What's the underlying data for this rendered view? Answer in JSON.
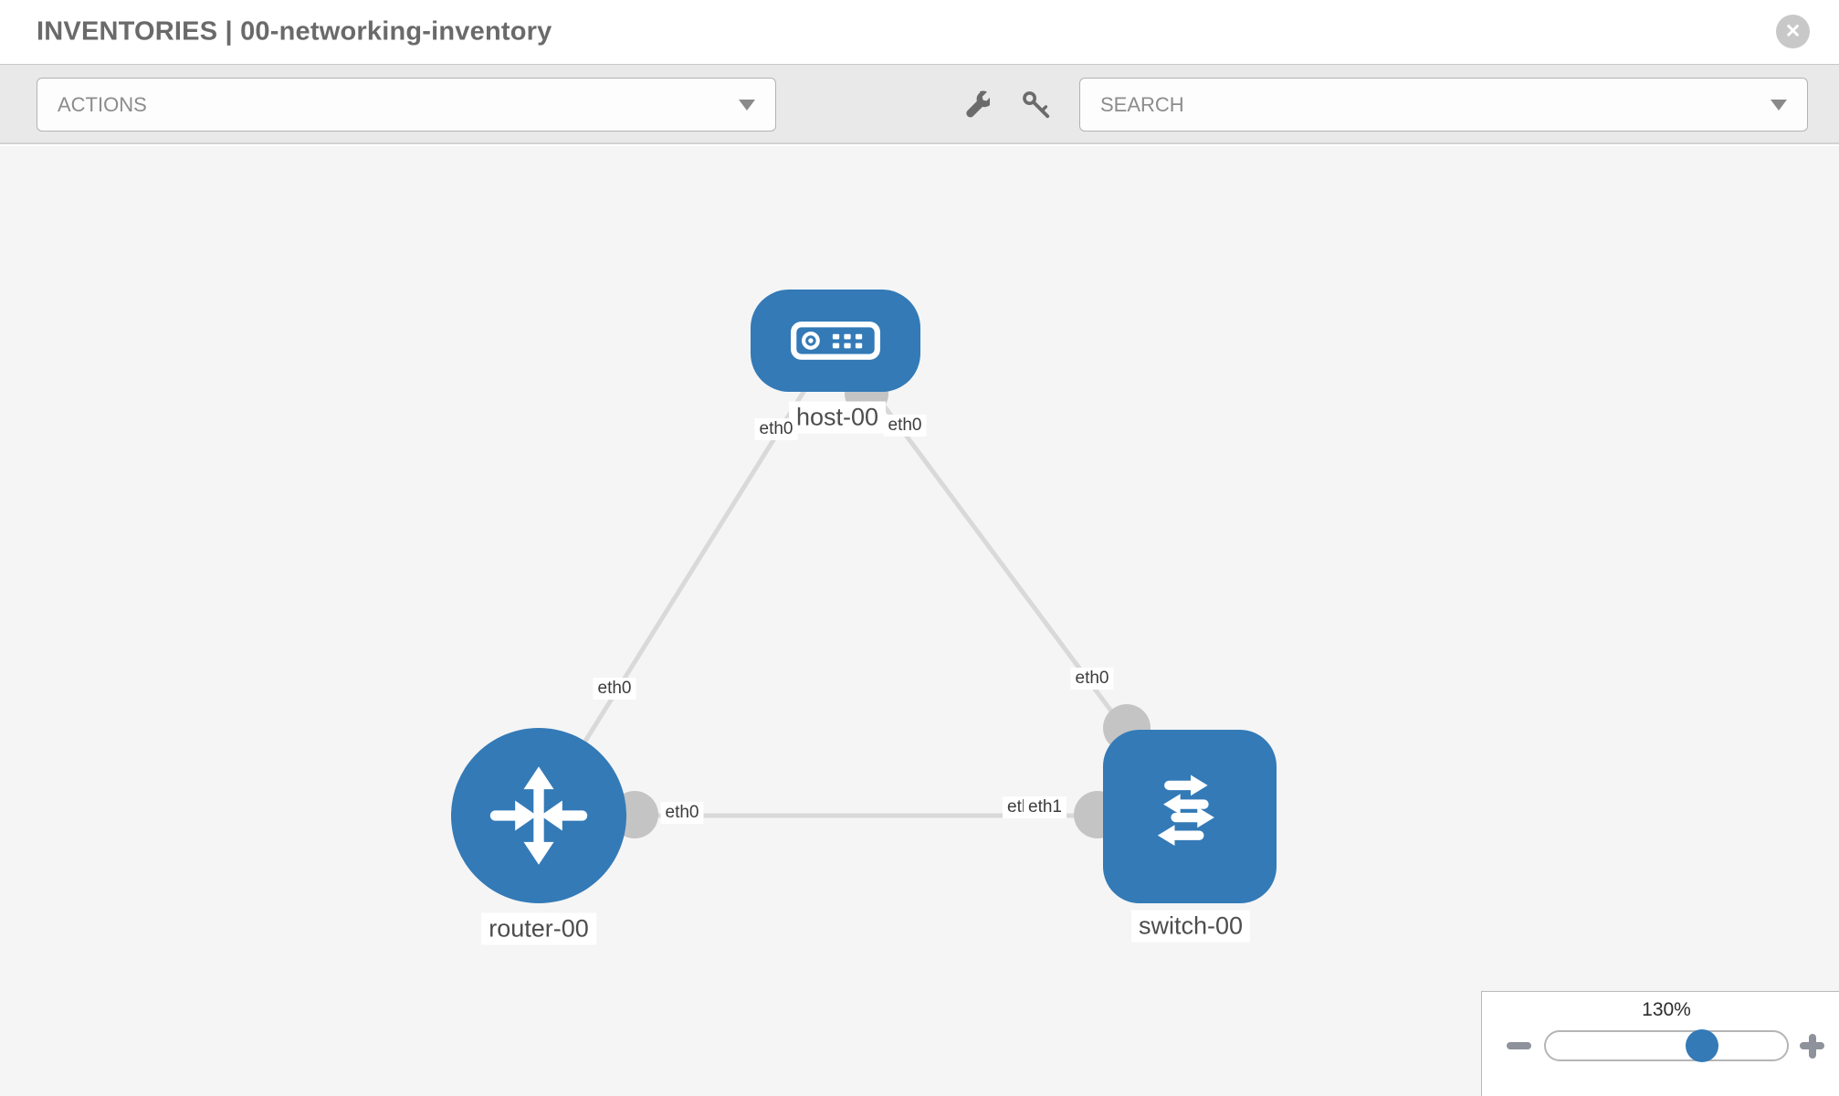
{
  "header": {
    "title": "INVENTORIES | 00-networking-inventory",
    "icons": {
      "close": "✕"
    }
  },
  "toolbar": {
    "actions": {
      "label": "ACTIONS"
    },
    "search": {
      "label": "SEARCH"
    }
  },
  "topology": {
    "nodes": [
      {
        "id": "host-00",
        "type": "host",
        "label": "host-00"
      },
      {
        "id": "router-00",
        "type": "router",
        "label": "router-00"
      },
      {
        "id": "switch-00",
        "type": "switch",
        "label": "switch-00"
      }
    ],
    "links": [
      {
        "from": "router-00",
        "to": "host-00",
        "from_port": "eth0",
        "to_port": "eth0"
      },
      {
        "from": "host-00",
        "to": "switch-00",
        "from_port": "eth0",
        "to_port": "eth0"
      },
      {
        "from": "router-00",
        "to": "switch-00",
        "from_port": "eth0",
        "to_port": "eth1"
      }
    ],
    "port_labels": {
      "host_left": "eth0",
      "host_right": "eth0",
      "link_router_host": "eth0",
      "link_host_switch": "eth0",
      "router_right": "eth0",
      "switch_left_back": "eth0",
      "switch_left_front": "eth1"
    }
  },
  "zoom_control": {
    "level": "130%"
  },
  "colors": {
    "node_blue": "#337ab7",
    "link_gray": "#d9d9d9",
    "connector_gray": "#c4c4c4",
    "canvas_bg": "#f5f5f5"
  }
}
